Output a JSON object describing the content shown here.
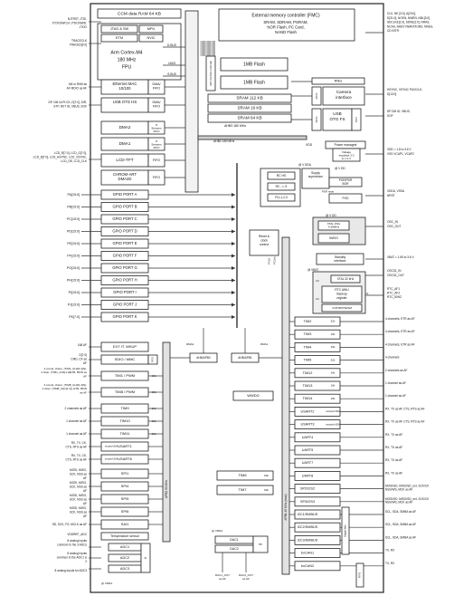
{
  "top": {
    "ccm": "CCM data RAM 64 KB",
    "fmc_title": "External memory controller (FMC)",
    "fmc_lines": [
      "SRAM, SDRAM, PSRAM,",
      "NOR Flash, PC Card,",
      "NAND Flash"
    ]
  },
  "cpu": {
    "line1": "Arm Cortex-M4",
    "line2": "180 MHz",
    "line3": "FPU",
    "jtag": "JTAG & SW",
    "mpu": "MPU",
    "etm": "ETM",
    "nvic": "NVIC",
    "ibus": "I-BUS",
    "dbus": "D-BUS",
    "sbus": "S-BUS"
  },
  "left_masters": {
    "eth": "Ethernet MAC 10/100",
    "eth_dma": "DMA/ FIFO",
    "usb_hs": "USB OTG HS",
    "usb_hs_dma": "DMA/ FIFO",
    "dma2": "DMA2",
    "dma1": "DMA1",
    "streams": "8 Streams FIFO",
    "lcd": "LCD-TFT",
    "lcd_fifo": "FIFO",
    "chrom": "CHROM-ART DMA2D",
    "chrom_fifo": "FIFO"
  },
  "memory": {
    "art": "ART ACCEL CACHE",
    "flash1": "1MB Flash",
    "flash2": "1MB Flash",
    "sram112": "SRAM 112 KB",
    "sram16": "SRAM 16 KB",
    "sram64": "SRAM 64 KB",
    "ahb_bus": "AHB3 180 MHz",
    "ahb1_bus": "AHB1 180 MHz",
    "apb_bus1": "APB2 90 MHz",
    "apb_bus2": "APB1 45 MHz"
  },
  "right_top": {
    "rng": "RNG",
    "camera": "Camera interface",
    "usb_fs": "USB OTG FS",
    "fifo": "FIFO",
    "phy": "PHY",
    "power": "Power managmt",
    "voltage": "Voltage regulator 3.3 to 1.2 V",
    "supply": "Supply supervision",
    "por": "POR/PDR BOR",
    "pvd": "PVD",
    "vdda": "@ V DDA",
    "vdd": "@ V DD",
    "rc_hs": "RC HS",
    "rc_ls": "RC - L S",
    "pll": "PLL1,2,3",
    "xtal": "XTAL OSC 4-26MHz",
    "iwdg": "IWDG",
    "reset": "Reset & clock control",
    "standby": "Standby interface",
    "xtal32": "XTAL 32 kHz",
    "rtc": "RTC AWU Backup register",
    "bkpsram": "4 KB BKPSRAM",
    "vbat": "@ VBAT",
    "por_lbl": "POR reset",
    "int": "Int",
    "ls1": "LS",
    "ls2": "LS",
    "fclk": "FCLK",
    "pclkx": "PCLKx"
  },
  "gpio": [
    "GPIO PORT A",
    "GPIO PORT B",
    "GPIO PORT C",
    "GPIO PORT D",
    "GPIO PORT E",
    "GPIO PORT F",
    "GPIO PORT G",
    "GPIO PORT H",
    "GPIO PORT I",
    "GPIO PORT J",
    "GPIO PORT K"
  ],
  "gpio_pins": [
    "PA[15:0]",
    "PB[15:0]",
    "PC[15:0]",
    "PD[15:0]",
    "PE[15:0]",
    "PF[15:0]",
    "PG[15:0]",
    "PH[15:0]",
    "PI[15:0]",
    "PJ[15:0]",
    "PK[7:0]"
  ],
  "left_periph": {
    "extit": "EXT IT. WKUP",
    "sdio": "SDIO / MMC",
    "fifo": "FIFO",
    "tim1": "TIM1 / PWM",
    "tim8": "TIM8 / PWM",
    "bits16": "16b",
    "tim9": "TIM9",
    "tim10": "TIM10",
    "tim11": "TIM11",
    "usart1": "USART1",
    "usart6": "USART6",
    "smcard": "smcard irDA",
    "spi1": "SPI1",
    "spi4": "SPI4",
    "spi5": "SPI5",
    "spi6": "SPI6",
    "sai1": "SAI1",
    "temp": "Temperature sensor",
    "adc1": "ADC1",
    "adc2": "ADC2",
    "adc3": "ADC3",
    "if": "IF",
    "vdda": "@ VDDA",
    "ahbapb2": "AHB/APB2",
    "ahbapb1": "AHB/APB1",
    "dma2_l": "DMA2",
    "dma1_l": "DMA1",
    "apb2_vert": "APB2 90 MHz",
    "wwdg": "WWDG",
    "tim6": "TIM6",
    "tim7": "TIM7",
    "dac1": "DAC1",
    "dac2": "DAC2",
    "itf": "ITF",
    "dac_vdda": "@ VDDA",
    "dac_out1": "DAC1_OUT as AF",
    "dac_out2": "DAC2_OUT as AF"
  },
  "right_periph": [
    {
      "name": "TIM2",
      "bits": "32b",
      "sig": "4 channels, ETR as AF"
    },
    {
      "name": "TIM3",
      "bits": "16b",
      "sig": "4 channels, ETR as AF"
    },
    {
      "name": "TIM4",
      "bits": "16b",
      "sig": "4 channels, ETR as AF"
    },
    {
      "name": "TIM5",
      "bits": "32b",
      "sig": "4 channels"
    },
    {
      "name": "TIM12",
      "bits": "16b",
      "sig": "2 channels as AF"
    },
    {
      "name": "TIM13",
      "bits": "16b",
      "sig": "1 channel as AF"
    },
    {
      "name": "TIM14",
      "bits": "16b",
      "sig": "1 channel as AF"
    },
    {
      "name": "USART2",
      "bits": "smcard irDA",
      "sig": "RX, TX as AF CTS, RTS as AF"
    },
    {
      "name": "USART3",
      "bits": "smcard irDA",
      "sig": "RX, TX as AF CTS, RTS as AF"
    },
    {
      "name": "UART4",
      "bits": "",
      "sig": "RX, TX as AF"
    },
    {
      "name": "UART5",
      "bits": "",
      "sig": "RX, TX as AF"
    },
    {
      "name": "UART7",
      "bits": "",
      "sig": "RX, TX as AF"
    },
    {
      "name": "UART8",
      "bits": "",
      "sig": "RX, TX as AF"
    },
    {
      "name": "SP2/I2S2",
      "bits": "",
      "sig": "MOSI/SD, MISO/SD_ext, SCK/CK NSS/WS, MCK as AF"
    },
    {
      "name": "SP3/I2S3",
      "bits": "",
      "sig": "MOSI/SD, MISO/SD_ext, SCK/CK NSS/WS, MCK as AF"
    },
    {
      "name": "I2C1/SMBUS",
      "bits": "",
      "sig": "SCL, SDA, SMBA as AF"
    },
    {
      "name": "I2C2/SMBUS",
      "bits": "",
      "sig": "SCL, SDA, SMBA as AF"
    },
    {
      "name": "I2C3/SMBUS",
      "bits": "",
      "sig": "SCL, SDA, SMBA as AF"
    },
    {
      "name": "bxCAN1",
      "bits": "",
      "sig": "TX, RX"
    },
    {
      "name": "bxCAN2",
      "bits": "",
      "sig": "TX, RX"
    }
  ],
  "right_labels": {
    "digital_filter": "Digital filter",
    "fifo": "FIFO",
    "apb1_vert": "APB1 45 MHz (max)",
    "vdd_lbl": "VDD",
    "vdd_range": "VDD = 1.8 to 3.6 V VSS VCAP1, VCAP2",
    "vdda_vref": "VDDA, VSSA NRST",
    "osc": "OSC_IN OSC_OUT",
    "vbat": "VBAT = 1.65 to 3.6 V",
    "osc32": "OSC32_IN OSC32_OUT",
    "rtc_af": "RTC_AF1 RTC_AF2 RTC_50HZ"
  },
  "left_labels": {
    "ntrst": "NJTRST, JTDI, JTCK/SWCLK JTDO/SWD, JTDO",
    "trace": "TRACECLK TRACED[3:0]",
    "mii": "MII or RMII as AF MDIO as AF",
    "ulpi": "DP, DM ULPI:CK, D[7:0], DIR, STP, NXT ID, VBUS, SOF",
    "lcd": "LCD_R[7:0], LCD_G[7:0], LCD_B[7:0], LCD_HSYNC, LCD_VSYNC, LCD_DE, LCD_CLK",
    "wkup": "168 AF",
    "sdio": "D[7:0] CMD, CK as AF",
    "tim1": "4 compl. chann. (TIM1_CH1[1:4]N), 4 chan. (TIM1_CH1[1:4]ETR, BKIN as AF",
    "tim8": "4 compl. chann. (TIM8_CH1[1:4]N), 4 chan. (TIM8_CH1[1:4]), ETR, BKIN as AF",
    "tim9": "2 channels as AF",
    "tim10": "1 channel as AF",
    "tim11": "1 channel as AF",
    "usart1": "RX, TX, CK, CTS, RTS as AF",
    "usart6": "RX, TX, CK, CTS, RTS as AF",
    "spi1": "MOSI, MISO, SCK, NSS as AF",
    "spi4": "MOSI, MISO, SCK, NSS as AF",
    "spi5": "MOSI, MISO, SCK, NSS as AF",
    "spi6": "MOSI, MISO, SCK, NSS as AF",
    "sai": "SD, SCK, FS, MCLK as AF",
    "vdda": "VDDREF_ADC",
    "adc_in": "8 analog inputs common to the 3 ADCs",
    "adc_in2": "8 analog inputs common to the ADC1 & 2",
    "adc_in3": "8 analog inputs for ADC3"
  },
  "right_top_labels": {
    "fmc_pins": "CLK, NE [3:0], A[23:0], D[31:0], NOEN, NWEN, NBL[3:0], SDCLKE[1:0], SDNE[1:0], NRAS, NCAS, NADV NWAIT/IORD, NREG, CD INTR",
    "camera": "HSYNC, VSYNC PUIXCLK, D[13:0]",
    "usb_fs": "DP DM ID, VBUS, SOF"
  }
}
